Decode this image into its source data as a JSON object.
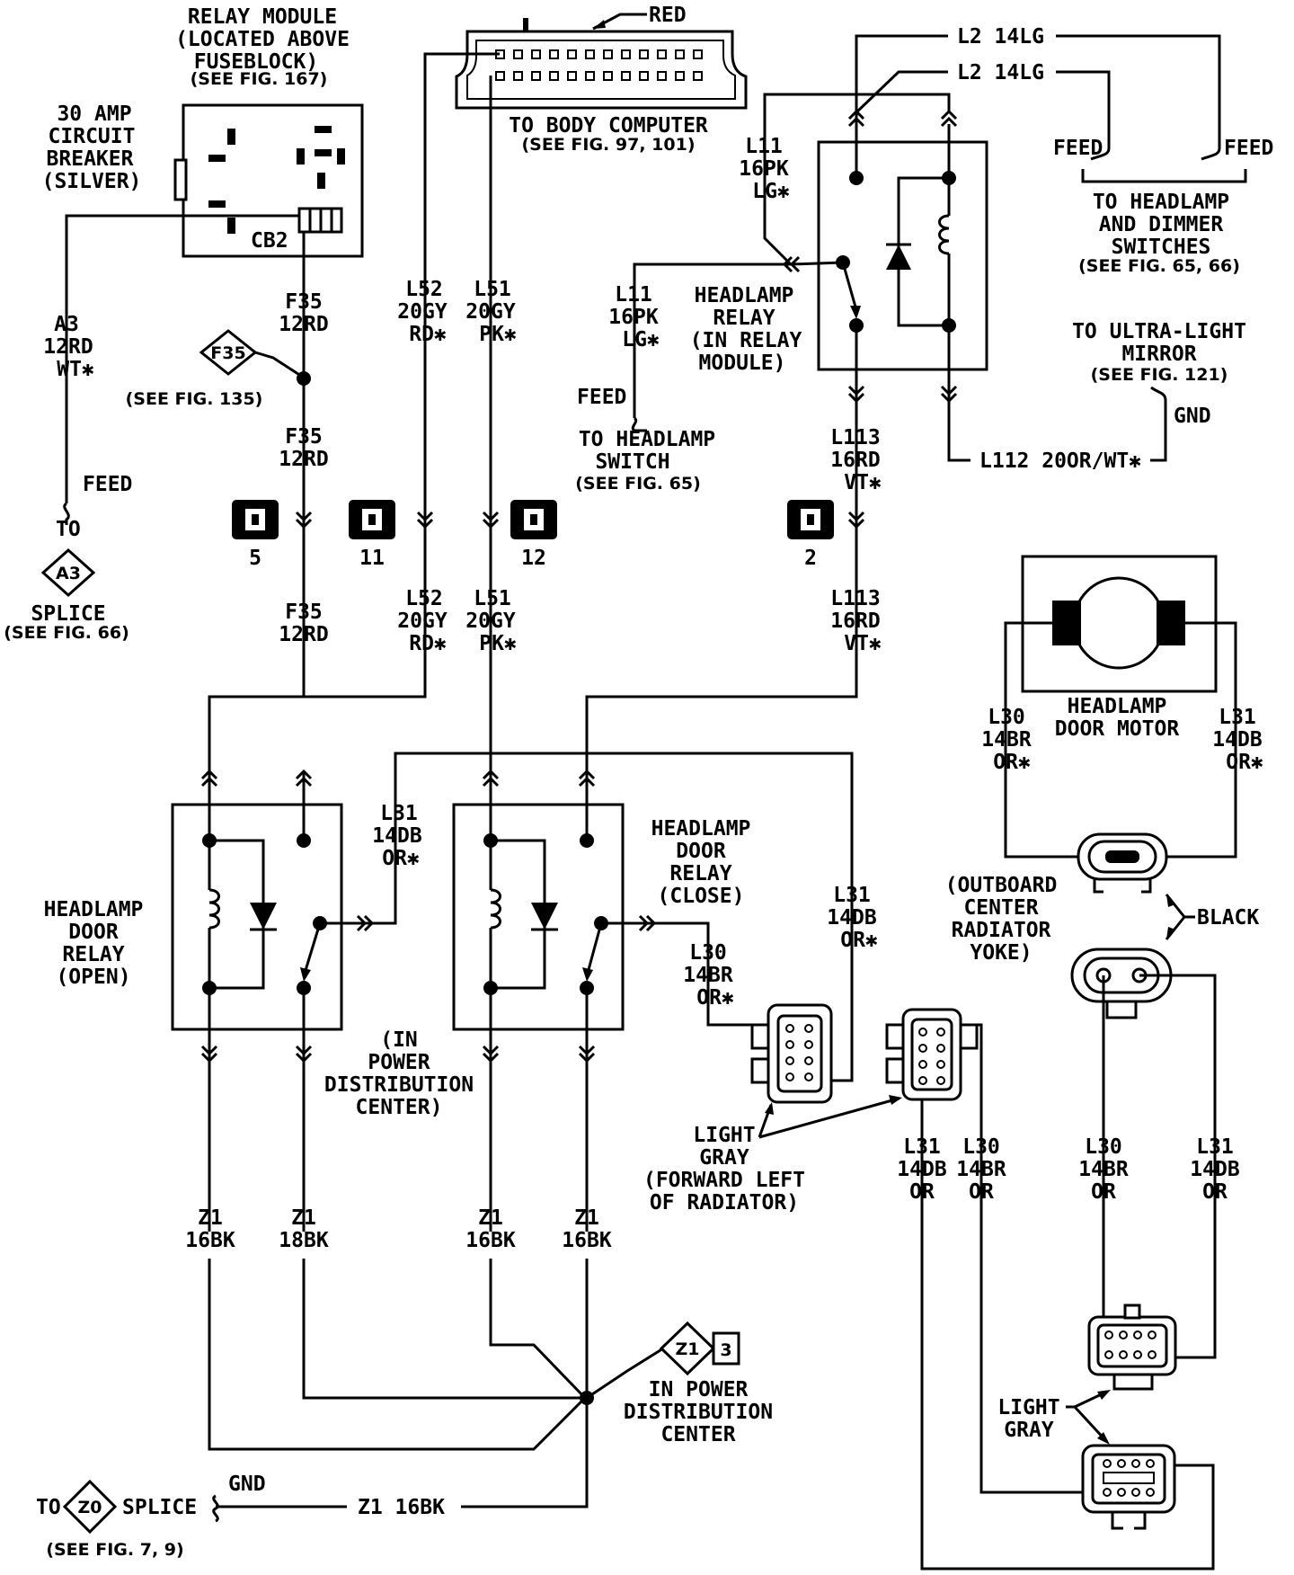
{
  "labels": {
    "relay_module": [
      "RELAY MODULE",
      "(LOCATED ABOVE",
      "FUSEBLOCK)"
    ],
    "relay_module_ref": "(SEE FIG. 167)",
    "red": "RED",
    "body_computer": "TO BODY COMPUTER",
    "body_computer_ref": "(SEE FIG. 97, 101)",
    "circuit_breaker": [
      "30 AMP",
      "CIRCUIT",
      "BREAKER",
      "(SILVER)"
    ],
    "cb2": "CB2",
    "a3_wire": [
      "A3",
      "12RD",
      "WT✱"
    ],
    "f35_top": [
      "F35",
      "12RD"
    ],
    "f35_tag": "F35",
    "f35_ref": "(SEE FIG. 135)",
    "f35_mid": [
      "F35",
      "12RD"
    ],
    "f35_low": [
      "F35",
      "12RD"
    ],
    "feed_a3": "FEED",
    "to": "TO",
    "a3_tag": "A3",
    "splice": "SPLICE",
    "splice_ref": "(SEE FIG. 66)",
    "l52_top": [
      "L52",
      "20GY",
      "RD✱"
    ],
    "l51_top": [
      "L51",
      "20GY",
      "PK✱"
    ],
    "l52_low": [
      "L52",
      "20GY",
      "RD✱"
    ],
    "l51_low": [
      "L51",
      "20GY",
      "PK✱"
    ],
    "l11_top": [
      "L11",
      "16PK",
      "LG✱"
    ],
    "l11_low": [
      "L11",
      "16PK",
      "LG✱"
    ],
    "feed_switch": "FEED",
    "headlamp_switch": [
      "TO HEADLAMP",
      "SWITCH"
    ],
    "headlamp_switch_ref": "(SEE FIG. 65)",
    "headlamp_relay": [
      "HEADLAMP",
      "RELAY",
      "(IN RELAY",
      "MODULE)"
    ],
    "l2_a": "L2 14LG",
    "l2_b": "L2 14LG",
    "feed_left": "FEED",
    "feed_right": "FEED",
    "dimmer": [
      "TO HEADLAMP",
      "AND DIMMER",
      "SWITCHES"
    ],
    "dimmer_ref": "(SEE FIG. 65, 66)",
    "mirror": [
      "TO ULTRA-LIGHT",
      "MIRROR"
    ],
    "mirror_ref": "(SEE FIG. 121)",
    "gnd_mirror": "GND",
    "l112": "L112 20OR/WT✱",
    "l113_top": [
      "L113",
      "16RD",
      "VT✱"
    ],
    "l113_low": [
      "L113",
      "16RD",
      "VT✱"
    ],
    "conn_5": "5",
    "conn_11": "11",
    "conn_12": "12",
    "conn_2": "2",
    "motor": [
      "HEADLAMP",
      "DOOR MOTOR"
    ],
    "l30_motor": [
      "L30",
      "14BR",
      "OR✱"
    ],
    "l31_motor": [
      "L31",
      "14DB",
      "OR✱"
    ],
    "l31_open": [
      "L31",
      "14DB",
      "OR✱"
    ],
    "relay_open": [
      "HEADLAMP",
      "DOOR",
      "RELAY",
      "(OPEN)"
    ],
    "relay_close": [
      "HEADLAMP",
      "DOOR",
      "RELAY",
      "(CLOSE)"
    ],
    "l31_close": [
      "L31",
      "14DB",
      "OR✱"
    ],
    "l30_close": [
      "L30",
      "14BR",
      "OR✱"
    ],
    "pdc": [
      "(IN",
      "POWER",
      "DISTRIBUTION",
      "CENTER)"
    ],
    "outboard": [
      "(OUTBOARD",
      "CENTER",
      "RADIATOR",
      "YOKE)"
    ],
    "black": "BLACK",
    "light_gray_left": [
      "LIGHT",
      "GRAY",
      "(FORWARD LEFT",
      "OF RADIATOR)"
    ],
    "l31_mid": [
      "L31",
      "14DB",
      "OR"
    ],
    "l30_mid": [
      "L30",
      "14BR",
      "OR"
    ],
    "l30_right": [
      "L30",
      "14BR",
      "OR"
    ],
    "l31_right": [
      "L31",
      "14DB",
      "OR"
    ],
    "z1_a": [
      "Z1",
      "16BK"
    ],
    "z1_b": [
      "Z1",
      "18BK"
    ],
    "z1_c": [
      "Z1",
      "16BK"
    ],
    "z1_d": [
      "Z1",
      "16BK"
    ],
    "z1_tag": "Z1",
    "z1_tag_num": "3",
    "in_pdc": [
      "IN POWER",
      "DISTRIBUTION",
      "CENTER"
    ],
    "light_gray_right": [
      "LIGHT",
      "GRAY"
    ],
    "to_z0": "TO",
    "z0_tag": "Z0",
    "z0_splice": "SPLICE",
    "z0_ref": "(SEE FIG. 7, 9)",
    "gnd_z0": "GND",
    "z1_bottom": "Z1 16BK"
  }
}
